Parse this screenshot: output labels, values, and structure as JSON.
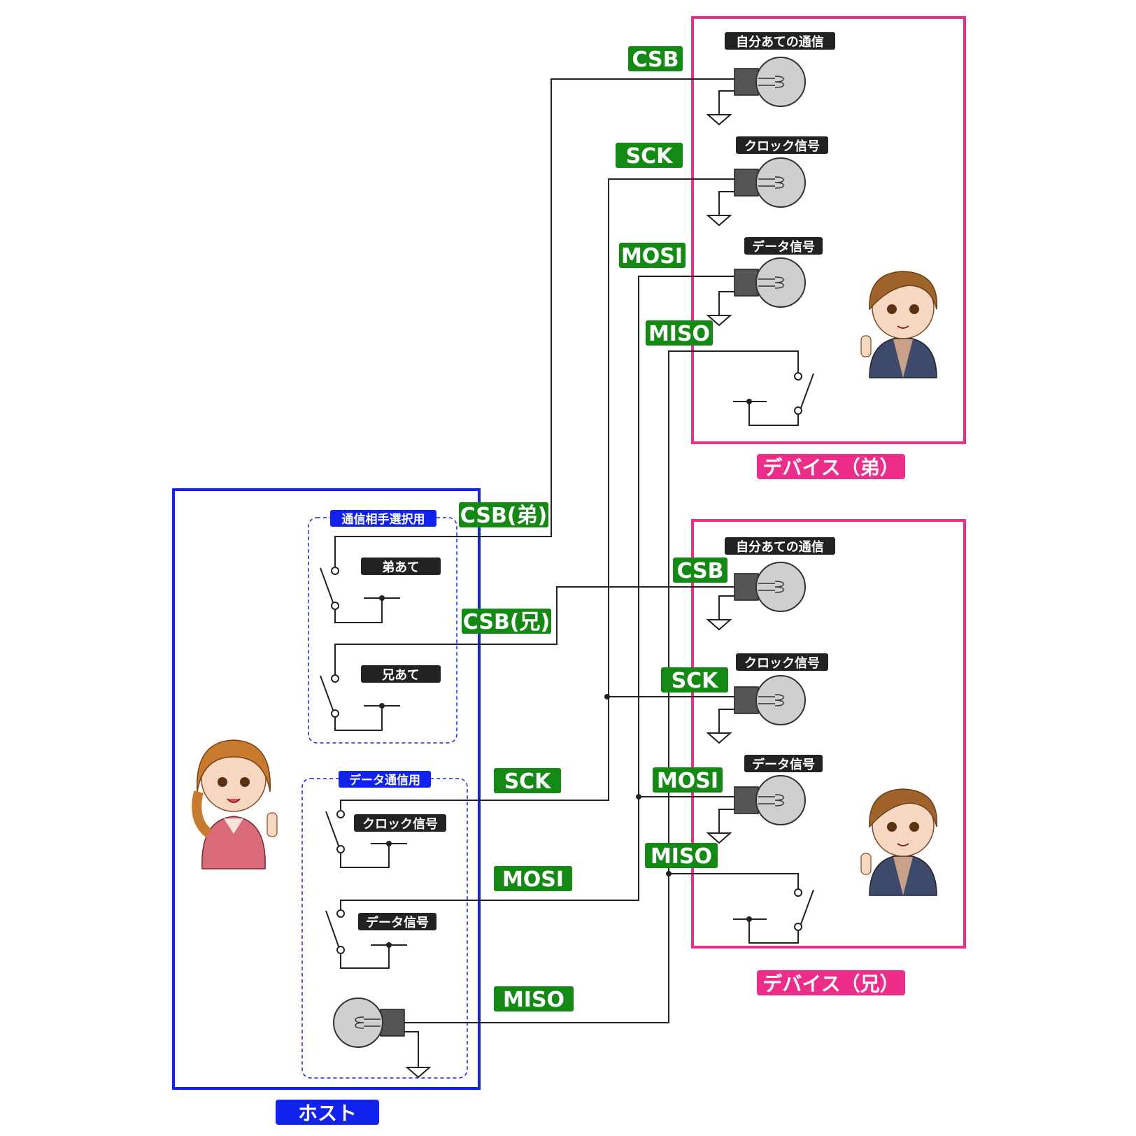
{
  "host": {
    "label": "ホスト",
    "select_group_label": "通信相手選択用",
    "data_group_label": "データ通信用",
    "switch_otouto": "弟あて",
    "switch_ani": "兄あて",
    "switch_clock": "クロック信号",
    "switch_data": "データ信号"
  },
  "device_otouto": {
    "label": "デバイス（弟）",
    "lamp_self": "自分あての通信",
    "lamp_clock": "クロック信号",
    "lamp_data": "データ信号"
  },
  "device_ani": {
    "label": "デバイス（兄）",
    "lamp_self": "自分あての通信",
    "lamp_clock": "クロック信号",
    "lamp_data": "データ信号"
  },
  "signals": {
    "csb": "CSB",
    "sck": "SCK",
    "mosi": "MOSI",
    "miso": "MISO",
    "csb_otouto": "CSB(弟)",
    "csb_ani": "CSB(兄)"
  },
  "colors": {
    "host_border": "#1122ee",
    "device_border": "#ee2d8a",
    "signal_label": "#138a13",
    "wire": "#222222"
  }
}
